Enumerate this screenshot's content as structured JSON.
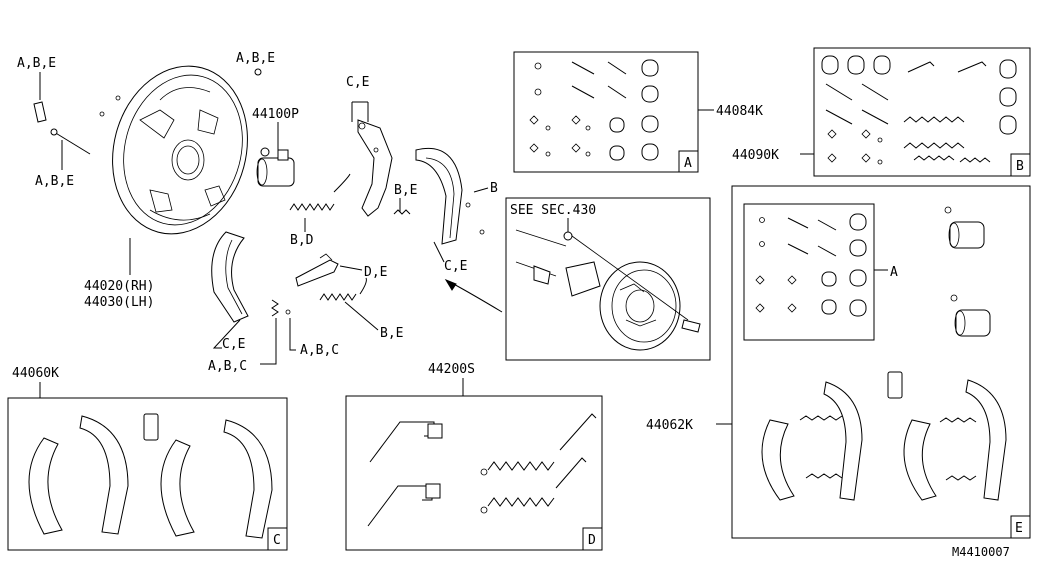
{
  "labels": {
    "abe_top_left": "A,B,E",
    "abe_top_mid": "A,B,E",
    "abe_left_low": "A,B,E",
    "p44100p": "44100P",
    "ce_top": "C,E",
    "be_mid": "B,E",
    "b_right": "B",
    "ce_mid": "C,E",
    "bd": "B,D",
    "de": "D,E",
    "be_low": "B,E",
    "ce_low": "C,E",
    "abc_1": "A,B,C",
    "abc_2": "A,B,C",
    "p44020": "44020(RH)",
    "p44030": "44030(LH)",
    "see_sec": "SEE SEC.430",
    "p44084k": "44084K",
    "p44090k": "44090K",
    "p44060k": "44060K",
    "p44200s": "44200S",
    "p44062k": "44062K",
    "a_inner": "A",
    "footer_code": "M4410007"
  },
  "box_letters": {
    "A": "A",
    "B": "B",
    "C": "C",
    "D": "D",
    "E": "E"
  }
}
